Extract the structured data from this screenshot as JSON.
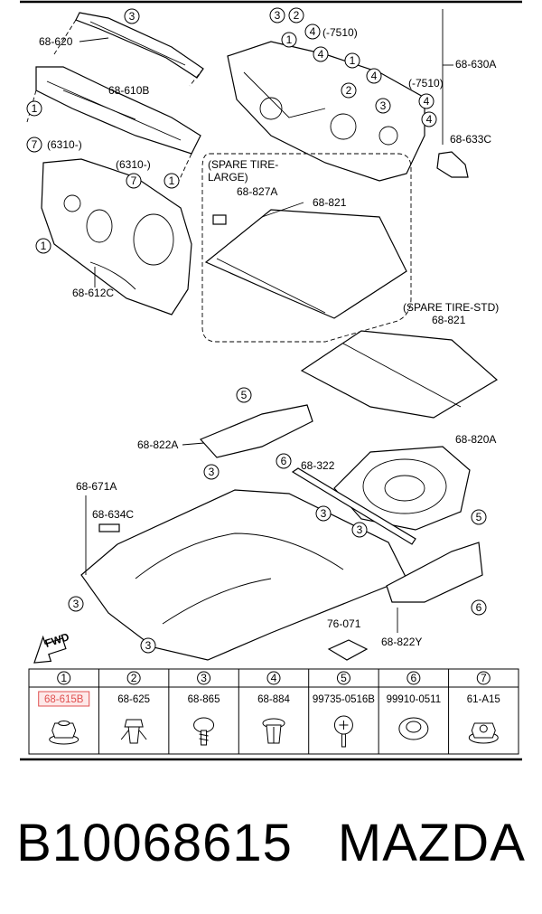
{
  "callouts": {
    "p68_620": "68-620",
    "p68_610b": "68-610B",
    "p68_612c": "68-612C",
    "p68_630a": "68-630A",
    "p68_633c": "68-633C",
    "p68_827a": "68-827A",
    "p68_821a": "68-821",
    "p68_821b": "68-821",
    "p68_820a": "68-820A",
    "p68_822a": "68-822A",
    "p68_322": "68-322",
    "p68_671a": "68-671A",
    "p68_634c": "68-634C",
    "p76_071": "76-071",
    "p68_822y": "68-822Y"
  },
  "notes": {
    "n6310a": "(6310-)",
    "n6310b": "(6310-)",
    "n7510a": "(-7510)",
    "n7510b": "(-7510)",
    "spare_large_1": "(SPARE TIRE-",
    "spare_large_2": "LARGE)",
    "spare_std": "(SPARE TIRE-STD)",
    "fwd": "FWD"
  },
  "ref_numbers": [
    "1",
    "2",
    "3",
    "4",
    "5",
    "6",
    "7"
  ],
  "fastener_table": [
    {
      "num": "1",
      "part": "68-615B",
      "highlight": true,
      "icon": "flange-nut-icon"
    },
    {
      "num": "2",
      "part": "68-625",
      "highlight": false,
      "icon": "clip-icon"
    },
    {
      "num": "3",
      "part": "68-865",
      "highlight": false,
      "icon": "push-rivet-icon"
    },
    {
      "num": "4",
      "part": "68-884",
      "highlight": false,
      "icon": "grommet-clip-icon"
    },
    {
      "num": "5",
      "part": "99735-0516B",
      "highlight": false,
      "icon": "screw-icon"
    },
    {
      "num": "6",
      "part": "99910-0511",
      "highlight": false,
      "icon": "grommet-icon"
    },
    {
      "num": "7",
      "part": "61-A15",
      "highlight": false,
      "icon": "hex-nut-icon"
    }
  ],
  "caption": {
    "part_number": "B10068615",
    "brand": "MAZDA"
  },
  "colors": {
    "highlight": "#e05050"
  }
}
